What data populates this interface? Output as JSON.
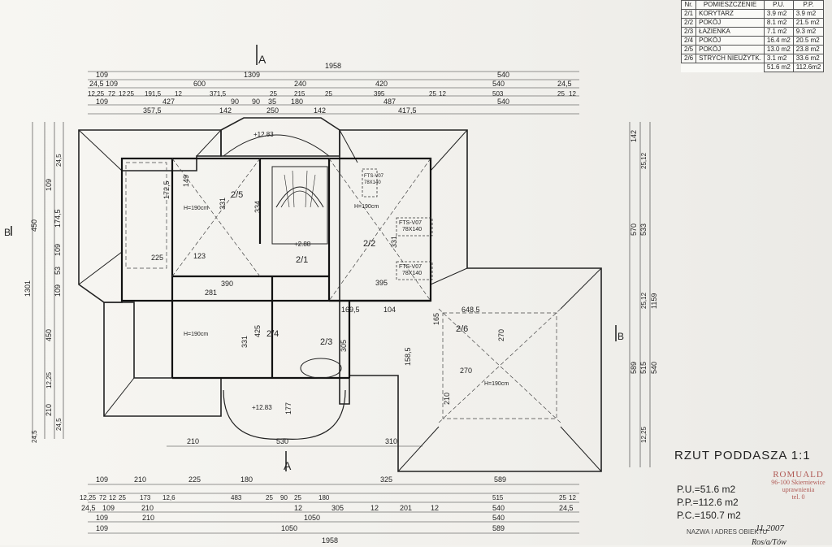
{
  "sheet_title": "RZUT PODDASZA 1:1",
  "room_table": {
    "headers": [
      "Nr.",
      "POMIESZCZENIE",
      "P.U.",
      "P.P."
    ],
    "rows": [
      [
        "2/1",
        "KORYTARZ",
        "3.9   m2",
        "3.9   m2"
      ],
      [
        "2/2",
        "POKÓJ",
        "8.1   m2",
        "21.5 m2"
      ],
      [
        "2/3",
        "ŁAZIENKA",
        "7.1   m2",
        "9.3   m2"
      ],
      [
        "2/4",
        "POKÓJ",
        "16.4 m2",
        "20.5 m2"
      ],
      [
        "2/5",
        "POKÓJ",
        "13.0 m2",
        "23.8 m2"
      ],
      [
        "2/6",
        "STRYCH NIEUŻYTK.",
        "3.1   m2",
        "33.6 m2"
      ]
    ],
    "totals": [
      "51.6   m2",
      "112.6m2"
    ]
  },
  "areas": {
    "pu": "P.U.=51.6   m2",
    "pp": "P.P.=112.6  m2",
    "pc": "P.C.=150.7  m2"
  },
  "stamp": {
    "name": "ROMUALD",
    "line1": "96-100 Skierniewice",
    "line2": "uprawnienia",
    "line3": "tel. 0"
  },
  "date": "11.2007",
  "signature": "Ros/a/Tów",
  "title_block_label": "NAZWA I ADRES OBIEKTU",
  "section_marks": {
    "a": "A",
    "b": "B"
  },
  "rooms": {
    "r21": "2/1",
    "r22": "2/2",
    "r23": "2/3",
    "r24": "2/4",
    "r25": "2/5",
    "r26": "2/6"
  },
  "windows": {
    "w1": "FTS-V07",
    "w1b": "78X140",
    "w2": "FTS-V07",
    "w2b": "78X140",
    "w3": "FTS-V07",
    "w3b": "78X140"
  },
  "levels": {
    "l1": "+12.83",
    "l2": "+12.83",
    "l3": "+2.88"
  },
  "heights": {
    "h1": "H=190cm",
    "h2": "H=190cm",
    "h3": "H=190cm",
    "h4": "H=190cm"
  },
  "dims_top": {
    "r1": "1958",
    "r2a": "109",
    "r2b": "1309",
    "r2c": "540",
    "r3": [
      "24,5",
      "109",
      "600",
      "240",
      "420",
      "540",
      "24,5"
    ],
    "r4": [
      "12,25",
      "72",
      "12",
      "25",
      "191,5",
      "12",
      "371,5",
      "25",
      "215",
      "25",
      "395",
      "25",
      "12",
      "503",
      "25",
      "12"
    ],
    "r5": [
      "109",
      "427",
      "90",
      "90",
      "35",
      "180",
      "487",
      "540"
    ],
    "r6": [
      "357,5",
      "142",
      "250",
      "142",
      "417,5"
    ]
  },
  "dims_bottom": {
    "r1": [
      "109",
      "210",
      "225",
      "180",
      "325",
      "589"
    ],
    "r2": [
      "12,25",
      "72",
      "12",
      "25",
      "173",
      "12,6",
      "483",
      "25",
      "90",
      "25",
      "180",
      "515",
      "25",
      "12"
    ],
    "r3": [
      "24,5",
      "109",
      "210",
      "12",
      "305",
      "12",
      "201",
      "12",
      "540",
      "24,5"
    ],
    "r4": [
      "109",
      "210",
      "1050",
      "540"
    ],
    "r5": [
      "109",
      "1050",
      "589"
    ],
    "r6": "1958"
  },
  "dims_below_plan": [
    "210",
    "530",
    "310"
  ],
  "dims_left": [
    "24,5",
    "450",
    "109",
    "174,5",
    "109",
    "53",
    "109",
    "24,5",
    "1301",
    "450",
    "12,25",
    "210",
    "24,5"
  ],
  "dims_right": [
    "142",
    "25,12",
    "533",
    "570",
    "1159",
    "25,12",
    "589",
    "515",
    "540",
    "12,25"
  ],
  "interior_dims": [
    "149",
    "172,5",
    "331",
    "334",
    "390",
    "281",
    "123",
    "225",
    "425",
    "331",
    "395",
    "331",
    "169,5",
    "104",
    "648,5",
    "270",
    "270",
    "165",
    "158,5",
    "305",
    "177",
    "210"
  ]
}
